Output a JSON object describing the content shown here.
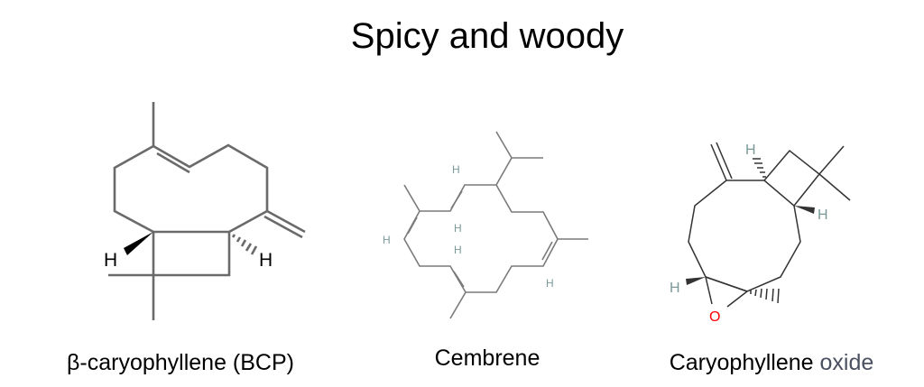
{
  "title": "Spicy and woody",
  "molecules": [
    {
      "name": "β-caryophyllene (BCP)",
      "atom_labels": [
        "H",
        "H"
      ]
    },
    {
      "name": "Cembrene",
      "atom_labels": [
        "H",
        "H",
        "H",
        "H",
        "H"
      ]
    },
    {
      "name_main": "Caryophyllene",
      "name_accent": "oxide",
      "atom_labels": [
        "H",
        "H",
        "H",
        "O"
      ]
    }
  ],
  "colors": {
    "bond_bcp": "#6a6a6a",
    "hydrogen": "#7a9a9a",
    "oxygen": "#ff0000",
    "accent_text": "#4a5060"
  }
}
